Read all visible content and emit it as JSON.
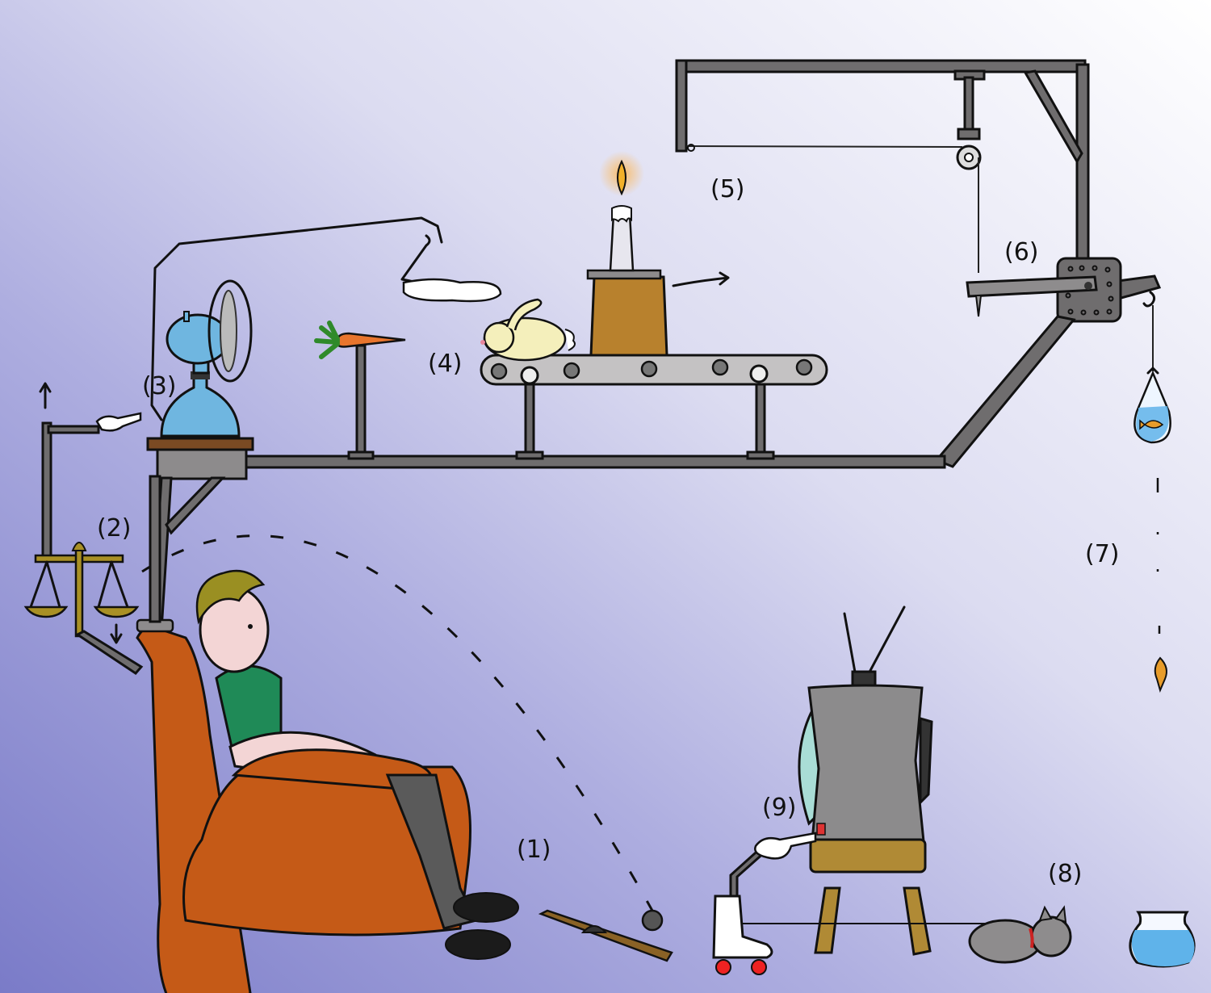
{
  "title": "Rube Goldberg machine to turn on the TV",
  "steps": [
    {
      "label": "(1)",
      "part": "shoe-kicks-seesaw-launching-ball"
    },
    {
      "label": "(2)",
      "part": "balance-scale"
    },
    {
      "label": "(3)",
      "part": "glove-switches-on-fan"
    },
    {
      "label": "(4)",
      "part": "rabbit-on-conveyor-chasing-carrot"
    },
    {
      "label": "(5)",
      "part": "candle-burns-string"
    },
    {
      "label": "(6)",
      "part": "pulley-lever-drops-bag"
    },
    {
      "label": "(7)",
      "part": "goldfish-falls"
    },
    {
      "label": "(8)",
      "part": "cat-pulls-string"
    },
    {
      "label": "(9)",
      "part": "roller-skate-glove-presses-tv-button"
    }
  ],
  "colors": {
    "armchair": "#c55a17",
    "shirt": "#1f8a57",
    "hair": "#9a8f22",
    "fan": "#6fb6e0",
    "candle_stand": "#b8812d",
    "stool": "#b08a35",
    "tv": "#8c8b8c",
    "water": "#5fb3ea",
    "fish": "#e89c2a",
    "metal": "#6f6d6e"
  }
}
